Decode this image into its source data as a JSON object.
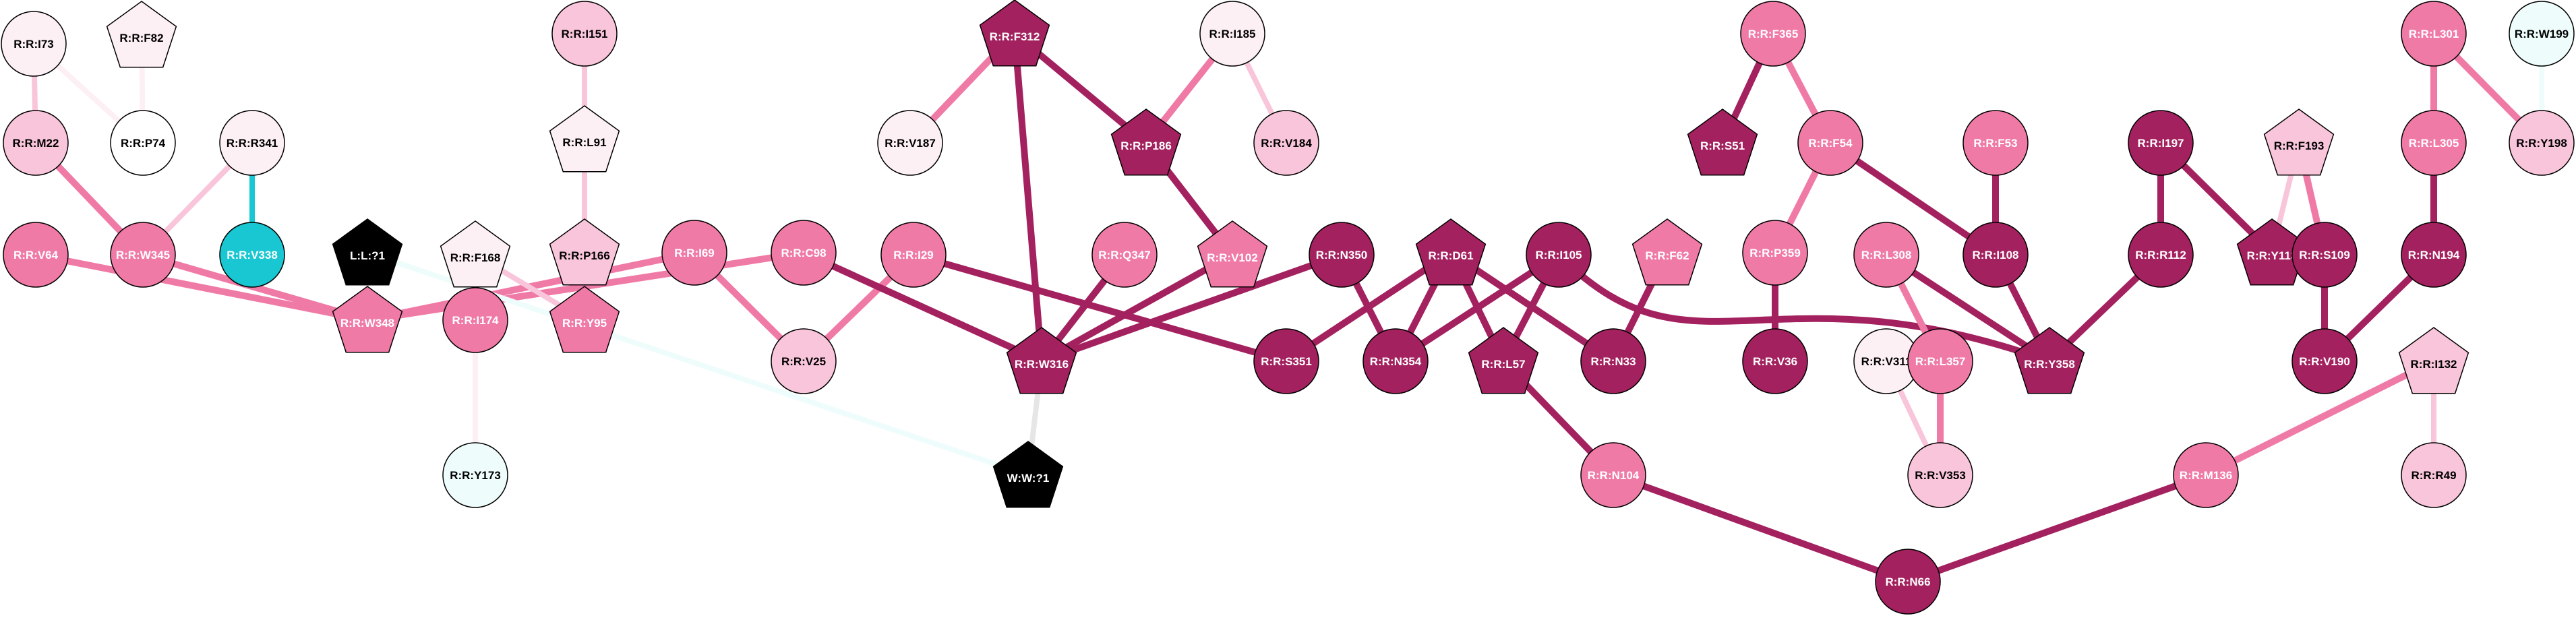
{
  "colors": {
    "palest": "#fdf0f4",
    "pale": "#f9c5da",
    "medium": "#f07aa6",
    "dark": "#a3215e",
    "white": "#ffffff",
    "black": "#000000",
    "cyan": "#18c7d1",
    "mint": "#eefdfb",
    "grey_edge": "#e6e6e6"
  },
  "nodes": [
    {
      "id": "I73",
      "label": "R:R:I73",
      "shape": "circle",
      "fill": "palest"
    },
    {
      "id": "F82",
      "label": "R:R:F82",
      "shape": "pentagon",
      "fill": "palest"
    },
    {
      "id": "M22",
      "label": "R:R:M22",
      "shape": "circle",
      "fill": "pale"
    },
    {
      "id": "P74",
      "label": "R:R:P74",
      "shape": "circle",
      "fill": "white"
    },
    {
      "id": "R341",
      "label": "R:R:R341",
      "shape": "circle",
      "fill": "palest"
    },
    {
      "id": "V64",
      "label": "R:R:V64",
      "shape": "circle",
      "fill": "medium"
    },
    {
      "id": "W345",
      "label": "R:R:W345",
      "shape": "circle",
      "fill": "medium"
    },
    {
      "id": "V338",
      "label": "R:R:V338",
      "shape": "circle",
      "fill": "cyan"
    },
    {
      "id": "W348",
      "label": "R:R:W348",
      "shape": "pentagon",
      "fill": "medium"
    },
    {
      "id": "L1",
      "label": "L:L:?1",
      "shape": "pentagon",
      "fill": "black"
    },
    {
      "id": "F168",
      "label": "R:R:F168",
      "shape": "pentagon",
      "fill": "palest"
    },
    {
      "id": "I174",
      "label": "R:R:I174",
      "shape": "circle",
      "fill": "medium"
    },
    {
      "id": "Y173",
      "label": "R:R:Y173",
      "shape": "circle",
      "fill": "mint"
    },
    {
      "id": "I151",
      "label": "R:R:I151",
      "shape": "circle",
      "fill": "pale"
    },
    {
      "id": "L91",
      "label": "R:R:L91",
      "shape": "pentagon",
      "fill": "palest"
    },
    {
      "id": "P166",
      "label": "R:R:P166",
      "shape": "pentagon",
      "fill": "pale"
    },
    {
      "id": "Y95",
      "label": "R:R:Y95",
      "shape": "pentagon",
      "fill": "medium"
    },
    {
      "id": "I69",
      "label": "R:R:I69",
      "shape": "circle",
      "fill": "medium"
    },
    {
      "id": "C98",
      "label": "R:R:C98",
      "shape": "circle",
      "fill": "medium"
    },
    {
      "id": "V25",
      "label": "R:R:V25",
      "shape": "circle",
      "fill": "pale"
    },
    {
      "id": "I29",
      "label": "R:R:I29",
      "shape": "circle",
      "fill": "medium"
    },
    {
      "id": "W1",
      "label": "W:W:?1",
      "shape": "pentagon",
      "fill": "black"
    },
    {
      "id": "F312",
      "label": "R:R:F312",
      "shape": "pentagon",
      "fill": "dark"
    },
    {
      "id": "V187",
      "label": "R:R:V187",
      "shape": "circle",
      "fill": "palest"
    },
    {
      "id": "I185",
      "label": "R:R:I185",
      "shape": "circle",
      "fill": "palest"
    },
    {
      "id": "P186",
      "label": "R:R:P186",
      "shape": "pentagon",
      "fill": "dark"
    },
    {
      "id": "V184",
      "label": "R:R:V184",
      "shape": "circle",
      "fill": "pale"
    },
    {
      "id": "Q347",
      "label": "R:R:Q347",
      "shape": "circle",
      "fill": "medium"
    },
    {
      "id": "V102",
      "label": "R:R:V102",
      "shape": "pentagon",
      "fill": "medium"
    },
    {
      "id": "W316",
      "label": "R:R:W316",
      "shape": "pentagon",
      "fill": "dark"
    },
    {
      "id": "N350",
      "label": "R:R:N350",
      "shape": "circle",
      "fill": "dark"
    },
    {
      "id": "S351",
      "label": "R:R:S351",
      "shape": "circle",
      "fill": "dark"
    },
    {
      "id": "D61",
      "label": "R:R:D61",
      "shape": "pentagon",
      "fill": "dark"
    },
    {
      "id": "N354",
      "label": "R:R:N354",
      "shape": "circle",
      "fill": "dark"
    },
    {
      "id": "I105",
      "label": "R:R:I105",
      "shape": "circle",
      "fill": "dark"
    },
    {
      "id": "L57",
      "label": "R:R:L57",
      "shape": "pentagon",
      "fill": "dark"
    },
    {
      "id": "N33",
      "label": "R:R:N33",
      "shape": "circle",
      "fill": "dark"
    },
    {
      "id": "F62",
      "label": "R:R:F62",
      "shape": "pentagon",
      "fill": "medium"
    },
    {
      "id": "N104",
      "label": "R:R:N104",
      "shape": "circle",
      "fill": "medium"
    },
    {
      "id": "N66",
      "label": "R:R:N66",
      "shape": "circle",
      "fill": "dark"
    },
    {
      "id": "F365",
      "label": "R:R:F365",
      "shape": "circle",
      "fill": "medium"
    },
    {
      "id": "S51",
      "label": "R:R:S51",
      "shape": "pentagon",
      "fill": "dark"
    },
    {
      "id": "F54",
      "label": "R:R:F54",
      "shape": "circle",
      "fill": "medium"
    },
    {
      "id": "P359",
      "label": "R:R:P359",
      "shape": "circle",
      "fill": "medium"
    },
    {
      "id": "V36",
      "label": "R:R:V36",
      "shape": "circle",
      "fill": "dark"
    },
    {
      "id": "V311",
      "label": "R:R:V311",
      "shape": "circle",
      "fill": "palest"
    },
    {
      "id": "L308",
      "label": "R:R:L308",
      "shape": "circle",
      "fill": "medium"
    },
    {
      "id": "L357",
      "label": "R:R:L357",
      "shape": "circle",
      "fill": "medium"
    },
    {
      "id": "V353",
      "label": "R:R:V353",
      "shape": "circle",
      "fill": "pale"
    },
    {
      "id": "F53",
      "label": "R:R:F53",
      "shape": "circle",
      "fill": "medium"
    },
    {
      "id": "I108",
      "label": "R:R:I108",
      "shape": "circle",
      "fill": "dark"
    },
    {
      "id": "I197",
      "label": "R:R:I197",
      "shape": "circle",
      "fill": "dark"
    },
    {
      "id": "R112",
      "label": "R:R:R112",
      "shape": "circle",
      "fill": "dark"
    },
    {
      "id": "Y358",
      "label": "R:R:Y358",
      "shape": "pentagon",
      "fill": "dark"
    },
    {
      "id": "F193",
      "label": "R:R:F193",
      "shape": "pentagon",
      "fill": "pale"
    },
    {
      "id": "Y113",
      "label": "R:R:Y113",
      "shape": "pentagon",
      "fill": "dark"
    },
    {
      "id": "S109",
      "label": "R:R:S109",
      "shape": "circle",
      "fill": "dark"
    },
    {
      "id": "V190",
      "label": "R:R:V190",
      "shape": "circle",
      "fill": "dark"
    },
    {
      "id": "M136",
      "label": "R:R:M136",
      "shape": "circle",
      "fill": "medium"
    },
    {
      "id": "L301",
      "label": "R:R:L301",
      "shape": "circle",
      "fill": "medium"
    },
    {
      "id": "L305",
      "label": "R:R:L305",
      "shape": "circle",
      "fill": "medium"
    },
    {
      "id": "N194",
      "label": "R:R:N194",
      "shape": "circle",
      "fill": "dark"
    },
    {
      "id": "W199",
      "label": "R:R:W199",
      "shape": "circle",
      "fill": "mint"
    },
    {
      "id": "Y198",
      "label": "R:R:Y198",
      "shape": "circle",
      "fill": "pale"
    },
    {
      "id": "I132",
      "label": "R:R:I132",
      "shape": "pentagon",
      "fill": "pale"
    },
    {
      "id": "R49",
      "label": "R:R:R49",
      "shape": "circle",
      "fill": "pale"
    }
  ],
  "edges": [
    {
      "source": "I73",
      "target": "M22",
      "color": "pale"
    },
    {
      "source": "I73",
      "target": "P74",
      "color": "palest"
    },
    {
      "source": "F82",
      "target": "P74",
      "color": "palest"
    },
    {
      "source": "M22",
      "target": "W345",
      "color": "medium"
    },
    {
      "source": "R341",
      "target": "W345",
      "color": "pale"
    },
    {
      "source": "R341",
      "target": "V338",
      "color": "cyan"
    },
    {
      "source": "V64",
      "target": "W348",
      "color": "medium"
    },
    {
      "source": "W345",
      "target": "W348",
      "color": "medium"
    },
    {
      "source": "I69",
      "target": "W348",
      "color": "medium"
    },
    {
      "source": "C98",
      "target": "W348",
      "color": "medium"
    },
    {
      "source": "L1",
      "target": "W1",
      "color": "mint"
    },
    {
      "source": "F168",
      "target": "I174",
      "color": "pale"
    },
    {
      "source": "F168",
      "target": "Y95",
      "color": "pale"
    },
    {
      "source": "I174",
      "target": "Y173",
      "color": "palest"
    },
    {
      "source": "I151",
      "target": "L91",
      "color": "pale"
    },
    {
      "source": "L91",
      "target": "P166",
      "color": "pale"
    },
    {
      "source": "P166",
      "target": "Y95",
      "color": "medium"
    },
    {
      "source": "I69",
      "target": "V25",
      "color": "medium"
    },
    {
      "source": "I29",
      "target": "V25",
      "color": "medium"
    },
    {
      "source": "C98",
      "target": "W316",
      "color": "dark"
    },
    {
      "source": "I29",
      "target": "S351",
      "color": "dark"
    },
    {
      "source": "W316",
      "target": "W1",
      "color": "grey_edge"
    },
    {
      "source": "F312",
      "target": "V187",
      "color": "medium"
    },
    {
      "source": "F312",
      "target": "P186",
      "color": "dark"
    },
    {
      "source": "F312",
      "target": "W316",
      "color": "dark"
    },
    {
      "source": "I185",
      "target": "P186",
      "color": "medium"
    },
    {
      "source": "I185",
      "target": "V184",
      "color": "pale"
    },
    {
      "source": "P186",
      "target": "V102",
      "color": "dark"
    },
    {
      "source": "Q347",
      "target": "W316",
      "color": "dark"
    },
    {
      "source": "V102",
      "target": "W316",
      "color": "dark"
    },
    {
      "source": "N350",
      "target": "W316",
      "color": "dark"
    },
    {
      "source": "N350",
      "target": "N354",
      "color": "dark"
    },
    {
      "source": "D61",
      "target": "S351",
      "color": "dark"
    },
    {
      "source": "D61",
      "target": "N354",
      "color": "dark"
    },
    {
      "source": "D61",
      "target": "L57",
      "color": "dark"
    },
    {
      "source": "D61",
      "target": "N33",
      "color": "dark"
    },
    {
      "source": "I105",
      "target": "N354",
      "color": "dark"
    },
    {
      "source": "I105",
      "target": "L57",
      "color": "dark"
    },
    {
      "source": "I105",
      "target": "Y358",
      "color": "dark",
      "curved": true
    },
    {
      "source": "F62",
      "target": "N33",
      "color": "dark"
    },
    {
      "source": "L57",
      "target": "N104",
      "color": "dark"
    },
    {
      "source": "N104",
      "target": "N66",
      "color": "dark"
    },
    {
      "source": "N66",
      "target": "M136",
      "color": "dark"
    },
    {
      "source": "F365",
      "target": "S51",
      "color": "dark"
    },
    {
      "source": "F365",
      "target": "F54",
      "color": "medium"
    },
    {
      "source": "F54",
      "target": "P359",
      "color": "medium"
    },
    {
      "source": "F54",
      "target": "I108",
      "color": "dark"
    },
    {
      "source": "P359",
      "target": "V36",
      "color": "dark"
    },
    {
      "source": "V311",
      "target": "V353",
      "color": "pale"
    },
    {
      "source": "L308",
      "target": "L357",
      "color": "medium"
    },
    {
      "source": "L308",
      "target": "Y358",
      "color": "dark"
    },
    {
      "source": "L357",
      "target": "V353",
      "color": "medium"
    },
    {
      "source": "F53",
      "target": "I108",
      "color": "dark"
    },
    {
      "source": "I108",
      "target": "Y358",
      "color": "dark"
    },
    {
      "source": "I197",
      "target": "R112",
      "color": "dark"
    },
    {
      "source": "I197",
      "target": "Y113",
      "color": "dark"
    },
    {
      "source": "R112",
      "target": "Y358",
      "color": "dark"
    },
    {
      "source": "F193",
      "target": "Y113",
      "color": "pale"
    },
    {
      "source": "F193",
      "target": "S109",
      "color": "medium"
    },
    {
      "source": "S109",
      "target": "V190",
      "color": "dark"
    },
    {
      "source": "N194",
      "target": "V190",
      "color": "dark"
    },
    {
      "source": "L301",
      "target": "L305",
      "color": "medium"
    },
    {
      "source": "L301",
      "target": "Y198",
      "color": "medium"
    },
    {
      "source": "W199",
      "target": "Y198",
      "color": "mint"
    },
    {
      "source": "L305",
      "target": "N194",
      "color": "dark"
    },
    {
      "source": "I132",
      "target": "M136",
      "color": "medium"
    },
    {
      "source": "I132",
      "target": "R49",
      "color": "pale"
    }
  ]
}
